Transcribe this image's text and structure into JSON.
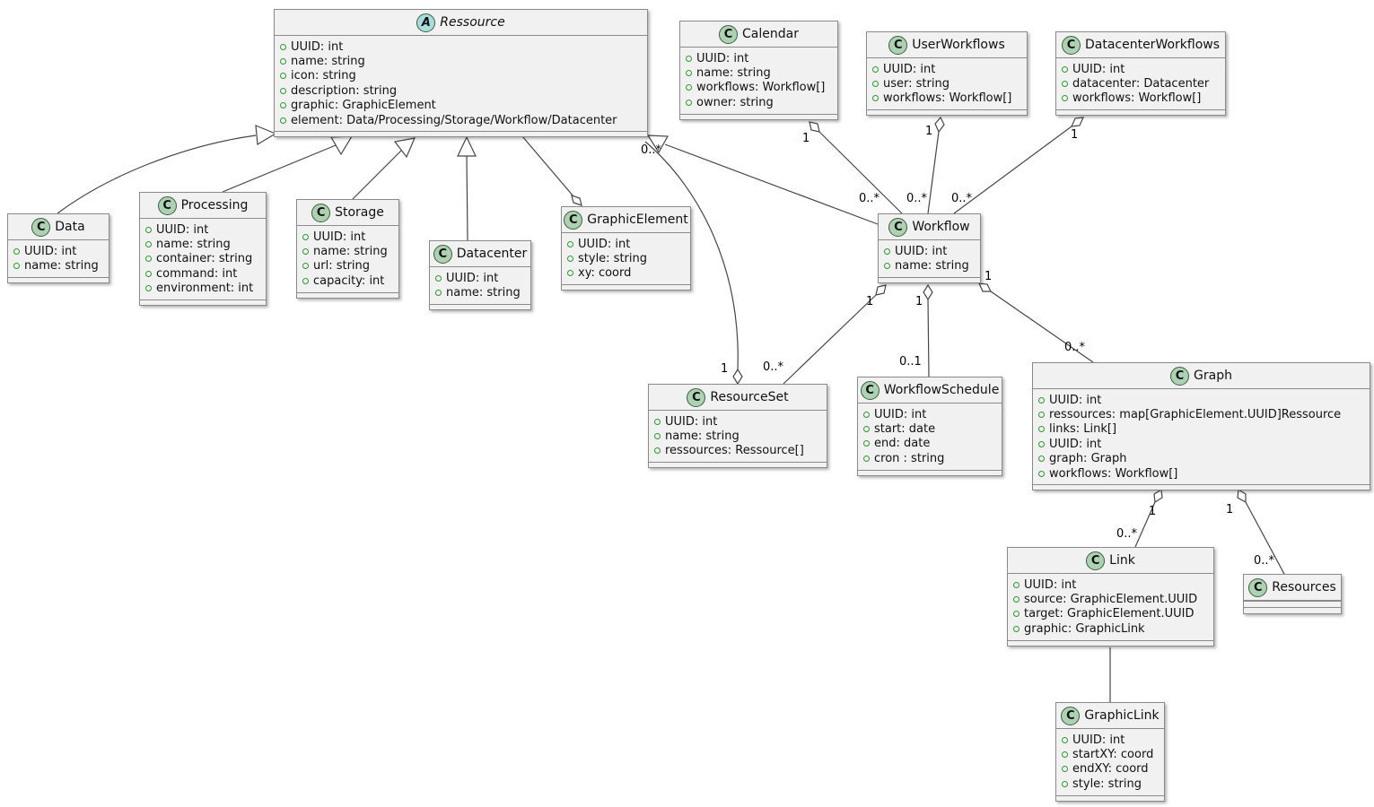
{
  "diagram_type": "uml-class-diagram",
  "colors": {
    "background": "#FFFFFF",
    "class_fill": "#F1F1F2",
    "class_border": "#8A8A8A",
    "class_icon_fill": "#ADD1B2",
    "abstract_icon_fill": "#A9DCDF",
    "icon_ring": "#3A5F3A",
    "field_visibility_ring": "#2E9A2E",
    "edge_line": "#454645"
  },
  "classes": {
    "ressource": {
      "icon_letter": "A",
      "name": "Ressource",
      "stereotype": "abstract",
      "attrs": [
        "UUID: int",
        "name: string",
        "icon: string",
        "description: string",
        "graphic: GraphicElement",
        "element: Data/Processing/Storage/Workflow/Datacenter"
      ]
    },
    "calendar": {
      "icon_letter": "C",
      "name": "Calendar",
      "attrs": [
        "UUID: int",
        "name: string",
        "workflows: Workflow[]",
        "owner: string"
      ]
    },
    "userworkflows": {
      "icon_letter": "C",
      "name": "UserWorkflows",
      "attrs": [
        "UUID: int",
        "user: string",
        "workflows: Workflow[]"
      ]
    },
    "datacenterworkflows": {
      "icon_letter": "C",
      "name": "DatacenterWorkflows",
      "attrs": [
        "UUID: int",
        "datacenter: Datacenter",
        "workflows: Workflow[]"
      ]
    },
    "data": {
      "icon_letter": "C",
      "name": "Data",
      "attrs": [
        "UUID: int",
        "name: string"
      ]
    },
    "processing": {
      "icon_letter": "C",
      "name": "Processing",
      "attrs": [
        "UUID: int",
        "name: string",
        "container: string",
        "command: int",
        "environment: int"
      ]
    },
    "storage": {
      "icon_letter": "C",
      "name": "Storage",
      "attrs": [
        "UUID: int",
        "name: string",
        "url: string",
        "capacity: int"
      ]
    },
    "datacenter": {
      "icon_letter": "C",
      "name": "Datacenter",
      "attrs": [
        "UUID: int",
        "name: string"
      ]
    },
    "graphicelement": {
      "icon_letter": "C",
      "name": "GraphicElement",
      "attrs": [
        "UUID: int",
        "style: string",
        "xy: coord"
      ]
    },
    "workflow": {
      "icon_letter": "C",
      "name": "Workflow",
      "attrs": [
        "UUID: int",
        "name: string"
      ]
    },
    "resourceset": {
      "icon_letter": "C",
      "name": "ResourceSet",
      "attrs": [
        "UUID: int",
        "name: string",
        "ressources: Ressource[]"
      ]
    },
    "workflowschedule": {
      "icon_letter": "C",
      "name": "WorkflowSchedule",
      "attrs": [
        "UUID: int",
        "start: date",
        "end: date",
        "cron : string"
      ]
    },
    "graph": {
      "icon_letter": "C",
      "name": "Graph",
      "attrs": [
        "UUID: int",
        "ressources: map[GraphicElement.UUID]Ressource",
        "links: Link[]",
        "UUID: int",
        "graph: Graph",
        "workflows: Workflow[]"
      ]
    },
    "link": {
      "icon_letter": "C",
      "name": "Link",
      "attrs": [
        "UUID: int",
        "source: GraphicElement.UUID",
        "target: GraphicElement.UUID",
        "graphic: GraphicLink"
      ]
    },
    "resources": {
      "icon_letter": "C",
      "name": "Resources",
      "attrs": []
    },
    "graphiclink": {
      "icon_letter": "C",
      "name": "GraphicLink",
      "attrs": [
        "UUID: int",
        "startXY: coord",
        "endXY: coord",
        "style: string"
      ]
    }
  },
  "multiplicities": {
    "calendar_workflow": {
      "calendar_end": "1",
      "workflow_end": "0..*"
    },
    "userworkflows_workflow": {
      "userworkflows_end": "1",
      "workflow_end": "0..*"
    },
    "datacenterworkflows_workflow": {
      "datacenterworkflows_end": "1",
      "workflow_end": "0..*"
    },
    "resourceset_ressource": {
      "resourceset_end": "1",
      "ressource_end": "0..*"
    },
    "workflow_resourceset": {
      "workflow_end": "1",
      "resourceset_end": "0..*"
    },
    "workflow_workflowschedule": {
      "workflow_end": "1",
      "workflowschedule_end": "0..1"
    },
    "workflow_graph": {
      "workflow_end": "1",
      "graph_end": "0..*"
    },
    "graph_link": {
      "graph_end": "1",
      "link_end": "0..*"
    },
    "graph_resources": {
      "graph_end": "1",
      "resources_end": "0..*"
    }
  }
}
